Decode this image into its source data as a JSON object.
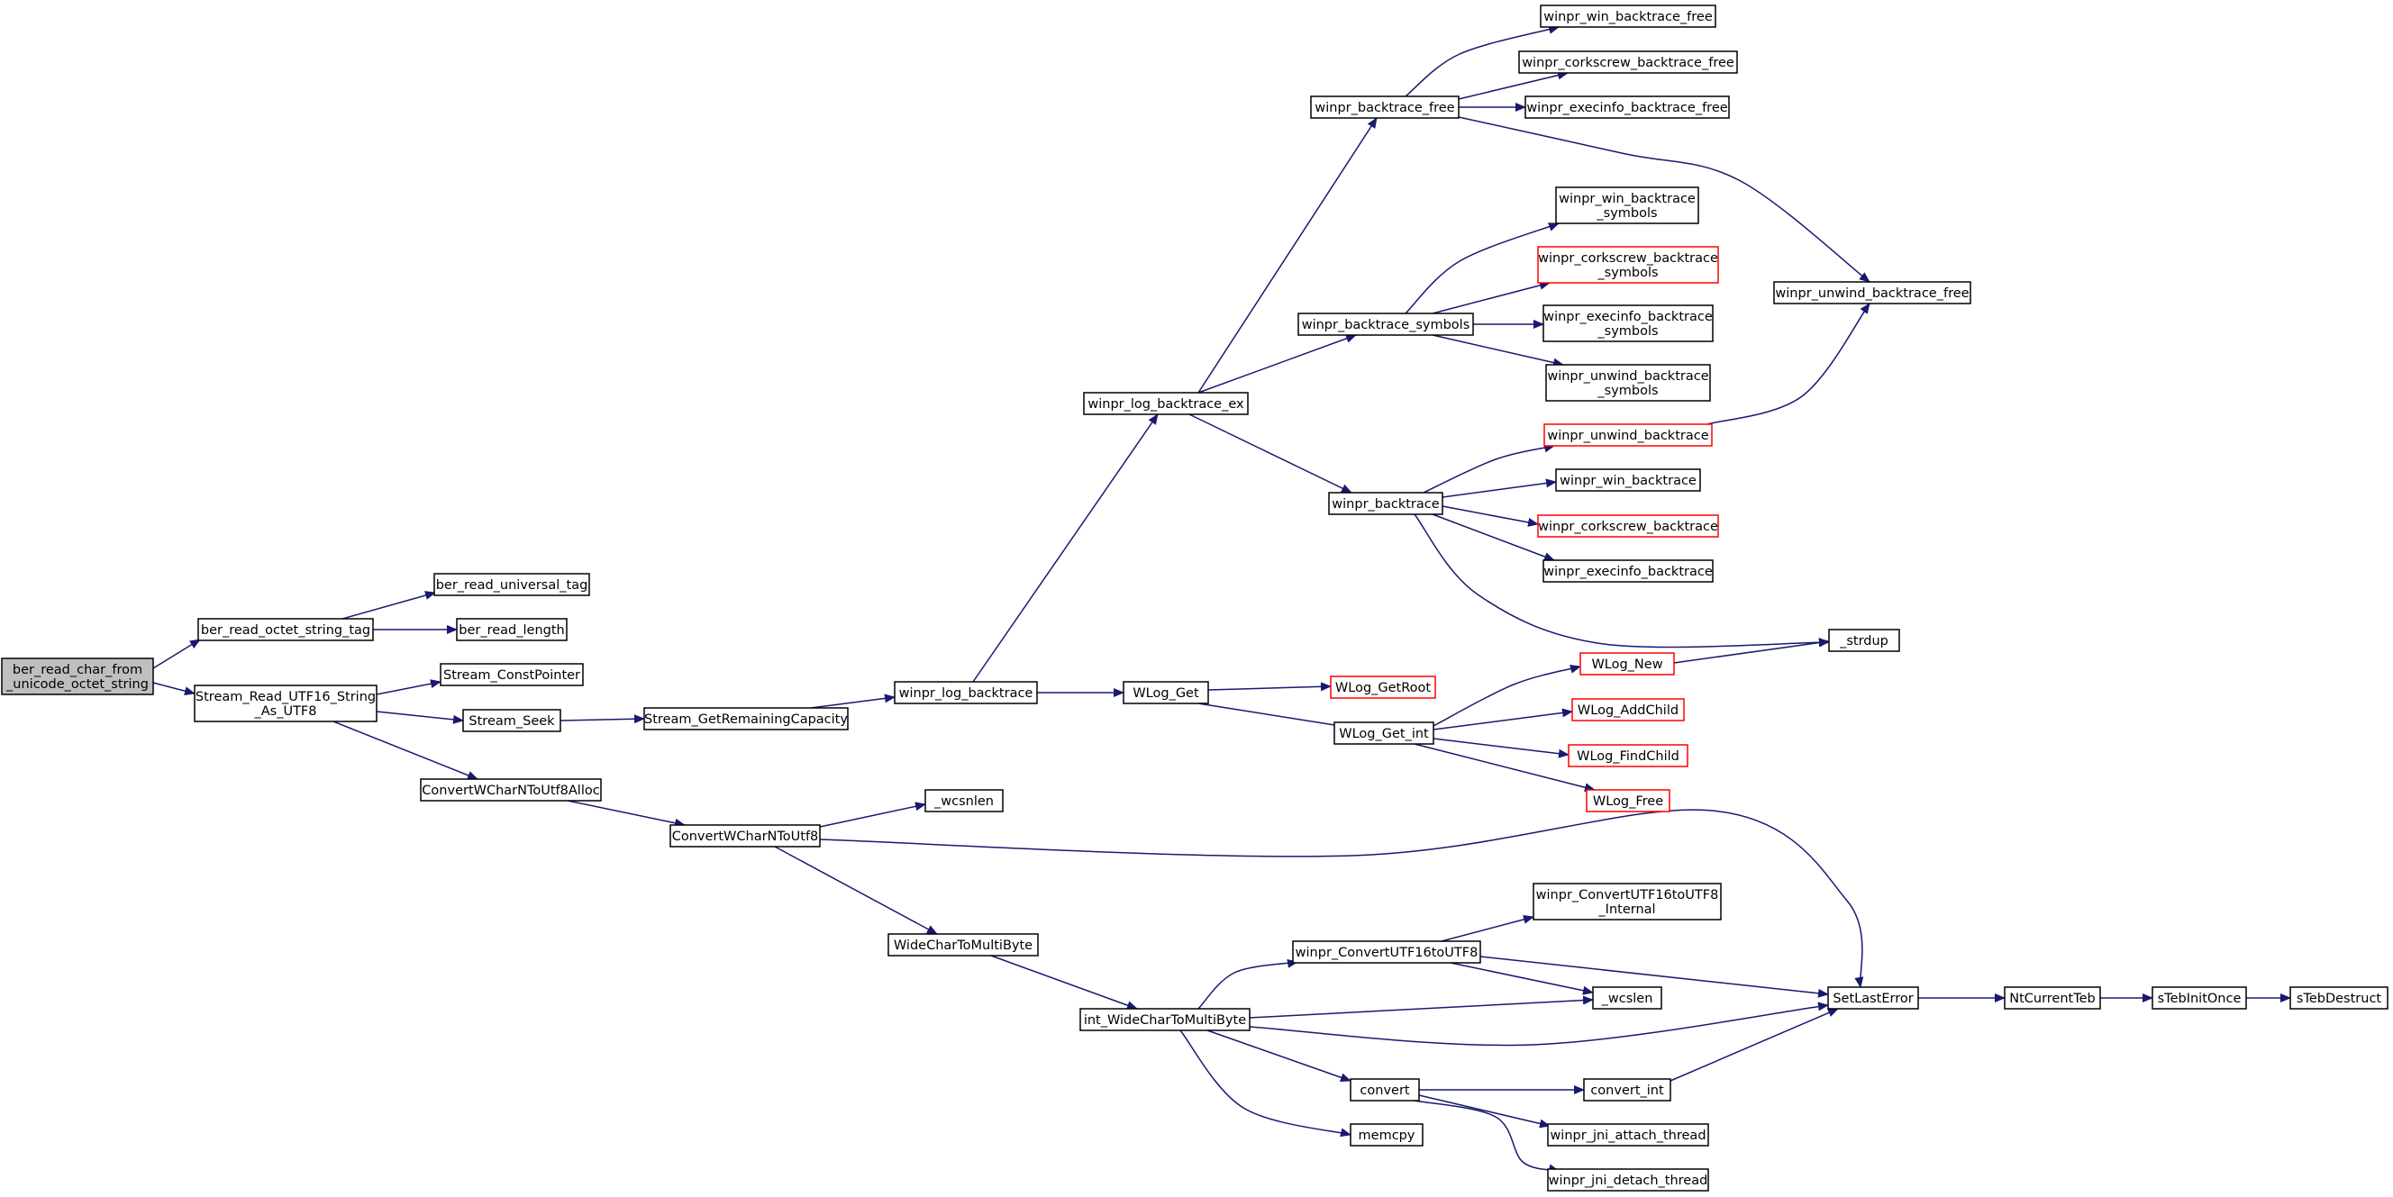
{
  "colors": {
    "edge": "#191970",
    "node_border": "#000000",
    "node_border_unexpanded": "#ff0000",
    "node_fill": "#ffffff",
    "root_fill": "#bfbfbf"
  },
  "nodes": [
    {
      "id": "ber_read_char_from_unicode_octet_string",
      "lines": [
        "ber_read_char_from",
        "_unicode_octet_string"
      ],
      "style": "root"
    },
    {
      "id": "ber_read_octet_string_tag",
      "lines": [
        "ber_read_octet_string_tag"
      ],
      "style": "normal"
    },
    {
      "id": "ber_read_universal_tag",
      "lines": [
        "ber_read_universal_tag"
      ],
      "style": "normal"
    },
    {
      "id": "ber_read_length",
      "lines": [
        "ber_read_length"
      ],
      "style": "normal"
    },
    {
      "id": "Stream_Read_UTF16_String_As_UTF8",
      "lines": [
        "Stream_Read_UTF16_String",
        "_As_UTF8"
      ],
      "style": "normal"
    },
    {
      "id": "Stream_ConstPointer",
      "lines": [
        "Stream_ConstPointer"
      ],
      "style": "normal"
    },
    {
      "id": "Stream_Seek",
      "lines": [
        "Stream_Seek"
      ],
      "style": "normal"
    },
    {
      "id": "Stream_GetRemainingCapacity",
      "lines": [
        "Stream_GetRemainingCapacity"
      ],
      "style": "normal"
    },
    {
      "id": "ConvertWCharNToUtf8Alloc",
      "lines": [
        "ConvertWCharNToUtf8Alloc"
      ],
      "style": "normal"
    },
    {
      "id": "ConvertWCharNToUtf8",
      "lines": [
        "ConvertWCharNToUtf8"
      ],
      "style": "normal"
    },
    {
      "id": "_wcsnlen",
      "lines": [
        "_wcsnlen"
      ],
      "style": "normal"
    },
    {
      "id": "WideCharToMultiByte",
      "lines": [
        "WideCharToMultiByte"
      ],
      "style": "normal"
    },
    {
      "id": "int_WideCharToMultiByte",
      "lines": [
        "int_WideCharToMultiByte"
      ],
      "style": "normal"
    },
    {
      "id": "winpr_ConvertUTF16toUTF8",
      "lines": [
        "winpr_ConvertUTF16toUTF8"
      ],
      "style": "normal"
    },
    {
      "id": "winpr_ConvertUTF16toUTF8_Internal",
      "lines": [
        "winpr_ConvertUTF16toUTF8",
        "_Internal"
      ],
      "style": "normal"
    },
    {
      "id": "_wcslen",
      "lines": [
        "_wcslen"
      ],
      "style": "normal"
    },
    {
      "id": "convert",
      "lines": [
        "convert"
      ],
      "style": "normal"
    },
    {
      "id": "memcpy",
      "lines": [
        "memcpy"
      ],
      "style": "normal"
    },
    {
      "id": "convert_int",
      "lines": [
        "convert_int"
      ],
      "style": "normal"
    },
    {
      "id": "winpr_jni_attach_thread",
      "lines": [
        "winpr_jni_attach_thread"
      ],
      "style": "normal"
    },
    {
      "id": "winpr_jni_detach_thread",
      "lines": [
        "winpr_jni_detach_thread"
      ],
      "style": "normal"
    },
    {
      "id": "SetLastError",
      "lines": [
        "SetLastError"
      ],
      "style": "normal"
    },
    {
      "id": "NtCurrentTeb",
      "lines": [
        "NtCurrentTeb"
      ],
      "style": "normal"
    },
    {
      "id": "sTebInitOnce",
      "lines": [
        "sTebInitOnce"
      ],
      "style": "normal"
    },
    {
      "id": "sTebDestruct",
      "lines": [
        "sTebDestruct"
      ],
      "style": "normal"
    },
    {
      "id": "winpr_log_backtrace",
      "lines": [
        "winpr_log_backtrace"
      ],
      "style": "normal"
    },
    {
      "id": "winpr_log_backtrace_ex",
      "lines": [
        "winpr_log_backtrace_ex"
      ],
      "style": "normal"
    },
    {
      "id": "WLog_Get",
      "lines": [
        "WLog_Get"
      ],
      "style": "normal"
    },
    {
      "id": "WLog_GetRoot",
      "lines": [
        "WLog_GetRoot"
      ],
      "style": "unexpanded"
    },
    {
      "id": "WLog_Get_int",
      "lines": [
        "WLog_Get_int"
      ],
      "style": "normal"
    },
    {
      "id": "WLog_New",
      "lines": [
        "WLog_New"
      ],
      "style": "unexpanded"
    },
    {
      "id": "WLog_AddChild",
      "lines": [
        "WLog_AddChild"
      ],
      "style": "unexpanded"
    },
    {
      "id": "WLog_FindChild",
      "lines": [
        "WLog_FindChild"
      ],
      "style": "unexpanded"
    },
    {
      "id": "WLog_Free",
      "lines": [
        "WLog_Free"
      ],
      "style": "unexpanded"
    },
    {
      "id": "_strdup",
      "lines": [
        "_strdup"
      ],
      "style": "normal"
    },
    {
      "id": "winpr_backtrace_free",
      "lines": [
        "winpr_backtrace_free"
      ],
      "style": "normal"
    },
    {
      "id": "winpr_win_backtrace_free",
      "lines": [
        "winpr_win_backtrace_free"
      ],
      "style": "normal"
    },
    {
      "id": "winpr_corkscrew_backtrace_free",
      "lines": [
        "winpr_corkscrew_backtrace_free"
      ],
      "style": "normal"
    },
    {
      "id": "winpr_execinfo_backtrace_free",
      "lines": [
        "winpr_execinfo_backtrace_free"
      ],
      "style": "normal"
    },
    {
      "id": "winpr_unwind_backtrace_free",
      "lines": [
        "winpr_unwind_backtrace_free"
      ],
      "style": "normal"
    },
    {
      "id": "winpr_backtrace_symbols",
      "lines": [
        "winpr_backtrace_symbols"
      ],
      "style": "normal"
    },
    {
      "id": "winpr_win_backtrace_symbols",
      "lines": [
        "winpr_win_backtrace",
        "_symbols"
      ],
      "style": "normal"
    },
    {
      "id": "winpr_corkscrew_backtrace_symbols",
      "lines": [
        "winpr_corkscrew_backtrace",
        "_symbols"
      ],
      "style": "unexpanded"
    },
    {
      "id": "winpr_execinfo_backtrace_symbols",
      "lines": [
        "winpr_execinfo_backtrace",
        "_symbols"
      ],
      "style": "normal"
    },
    {
      "id": "winpr_unwind_backtrace_symbols",
      "lines": [
        "winpr_unwind_backtrace",
        "_symbols"
      ],
      "style": "normal"
    },
    {
      "id": "winpr_backtrace",
      "lines": [
        "winpr_backtrace"
      ],
      "style": "normal"
    },
    {
      "id": "winpr_unwind_backtrace",
      "lines": [
        "winpr_unwind_backtrace"
      ],
      "style": "unexpanded"
    },
    {
      "id": "winpr_win_backtrace",
      "lines": [
        "winpr_win_backtrace"
      ],
      "style": "normal"
    },
    {
      "id": "winpr_corkscrew_backtrace",
      "lines": [
        "winpr_corkscrew_backtrace"
      ],
      "style": "unexpanded"
    },
    {
      "id": "winpr_execinfo_backtrace",
      "lines": [
        "winpr_execinfo_backtrace"
      ],
      "style": "normal"
    }
  ],
  "edges": [
    [
      "ber_read_char_from_unicode_octet_string",
      "ber_read_octet_string_tag"
    ],
    [
      "ber_read_char_from_unicode_octet_string",
      "Stream_Read_UTF16_String_As_UTF8"
    ],
    [
      "ber_read_octet_string_tag",
      "ber_read_universal_tag"
    ],
    [
      "ber_read_octet_string_tag",
      "ber_read_length"
    ],
    [
      "Stream_Read_UTF16_String_As_UTF8",
      "Stream_ConstPointer"
    ],
    [
      "Stream_Read_UTF16_String_As_UTF8",
      "Stream_Seek"
    ],
    [
      "Stream_Read_UTF16_String_As_UTF8",
      "ConvertWCharNToUtf8Alloc"
    ],
    [
      "Stream_Seek",
      "Stream_GetRemainingCapacity"
    ],
    [
      "Stream_GetRemainingCapacity",
      "winpr_log_backtrace"
    ],
    [
      "ConvertWCharNToUtf8Alloc",
      "ConvertWCharNToUtf8"
    ],
    [
      "ConvertWCharNToUtf8",
      "_wcsnlen"
    ],
    [
      "ConvertWCharNToUtf8",
      "SetLastError"
    ],
    [
      "ConvertWCharNToUtf8",
      "WideCharToMultiByte"
    ],
    [
      "WideCharToMultiByte",
      "int_WideCharToMultiByte"
    ],
    [
      "int_WideCharToMultiByte",
      "winpr_ConvertUTF16toUTF8"
    ],
    [
      "int_WideCharToMultiByte",
      "_wcslen"
    ],
    [
      "int_WideCharToMultiByte",
      "SetLastError"
    ],
    [
      "int_WideCharToMultiByte",
      "convert"
    ],
    [
      "int_WideCharToMultiByte",
      "memcpy"
    ],
    [
      "winpr_ConvertUTF16toUTF8",
      "winpr_ConvertUTF16toUTF8_Internal"
    ],
    [
      "winpr_ConvertUTF16toUTF8",
      "SetLastError"
    ],
    [
      "winpr_ConvertUTF16toUTF8",
      "_wcslen"
    ],
    [
      "convert",
      "convert_int"
    ],
    [
      "convert",
      "winpr_jni_attach_thread"
    ],
    [
      "convert",
      "winpr_jni_detach_thread"
    ],
    [
      "convert_int",
      "SetLastError"
    ],
    [
      "SetLastError",
      "NtCurrentTeb"
    ],
    [
      "NtCurrentTeb",
      "sTebInitOnce"
    ],
    [
      "sTebInitOnce",
      "sTebDestruct"
    ],
    [
      "winpr_log_backtrace",
      "winpr_log_backtrace_ex"
    ],
    [
      "winpr_log_backtrace",
      "WLog_Get"
    ],
    [
      "WLog_Get",
      "WLog_GetRoot"
    ],
    [
      "WLog_Get",
      "WLog_Get_int"
    ],
    [
      "WLog_Get_int",
      "WLog_New"
    ],
    [
      "WLog_Get_int",
      "WLog_AddChild"
    ],
    [
      "WLog_Get_int",
      "WLog_FindChild"
    ],
    [
      "WLog_Get_int",
      "WLog_Free"
    ],
    [
      "WLog_New",
      "_strdup"
    ],
    [
      "winpr_log_backtrace_ex",
      "winpr_backtrace_free"
    ],
    [
      "winpr_log_backtrace_ex",
      "winpr_backtrace_symbols"
    ],
    [
      "winpr_log_backtrace_ex",
      "winpr_backtrace"
    ],
    [
      "winpr_backtrace_free",
      "winpr_win_backtrace_free"
    ],
    [
      "winpr_backtrace_free",
      "winpr_corkscrew_backtrace_free"
    ],
    [
      "winpr_backtrace_free",
      "winpr_execinfo_backtrace_free"
    ],
    [
      "winpr_backtrace_free",
      "winpr_unwind_backtrace_free"
    ],
    [
      "winpr_backtrace_symbols",
      "winpr_win_backtrace_symbols"
    ],
    [
      "winpr_backtrace_symbols",
      "winpr_corkscrew_backtrace_symbols"
    ],
    [
      "winpr_backtrace_symbols",
      "winpr_execinfo_backtrace_symbols"
    ],
    [
      "winpr_backtrace_symbols",
      "winpr_unwind_backtrace_symbols"
    ],
    [
      "winpr_backtrace",
      "winpr_unwind_backtrace"
    ],
    [
      "winpr_backtrace",
      "winpr_win_backtrace"
    ],
    [
      "winpr_backtrace",
      "winpr_corkscrew_backtrace"
    ],
    [
      "winpr_backtrace",
      "winpr_execinfo_backtrace"
    ],
    [
      "winpr_backtrace",
      "_strdup"
    ],
    [
      "winpr_unwind_backtrace",
      "winpr_unwind_backtrace_free"
    ]
  ]
}
